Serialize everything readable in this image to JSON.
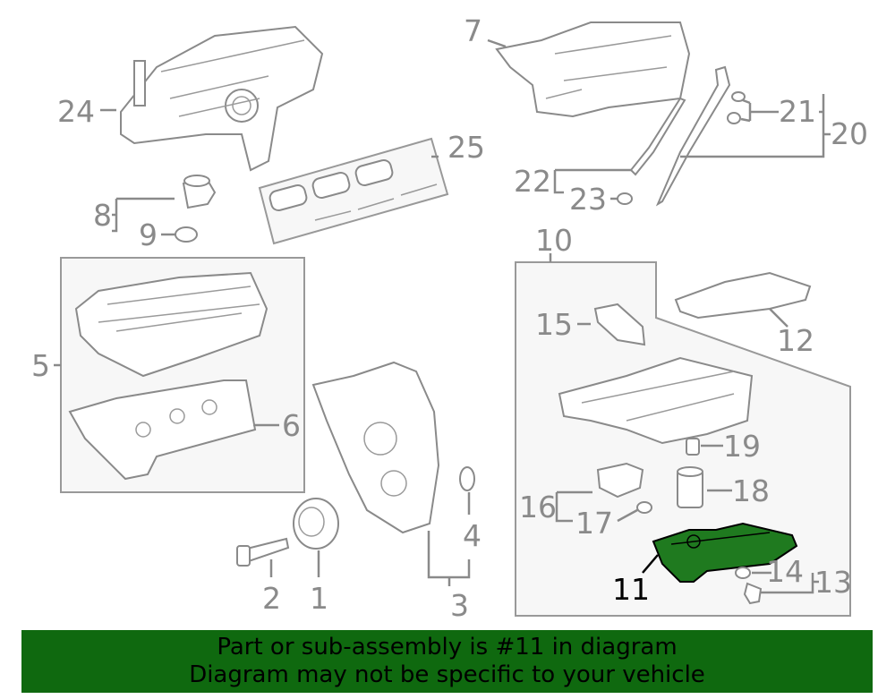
{
  "callouts": {
    "c1": "1",
    "c2": "2",
    "c3": "3",
    "c4": "4",
    "c5": "5",
    "c6": "6",
    "c7": "7",
    "c8": "8",
    "c9": "9",
    "c10": "10",
    "c11": "11",
    "c12": "12",
    "c13": "13",
    "c14": "14",
    "c15": "15",
    "c16": "16",
    "c17": "17",
    "c18": "18",
    "c19": "19",
    "c20": "20",
    "c21": "21",
    "c22": "22",
    "c23": "23",
    "c24": "24",
    "c25": "25"
  },
  "highlighted_part": "11",
  "colors": {
    "highlight": "#1f7a1f",
    "banner": "#0f690f",
    "line": "#8a8a8a"
  },
  "banner": {
    "line1": "Part or sub-assembly is #11 in diagram",
    "line2": "Diagram may not be specific to your vehicle"
  }
}
